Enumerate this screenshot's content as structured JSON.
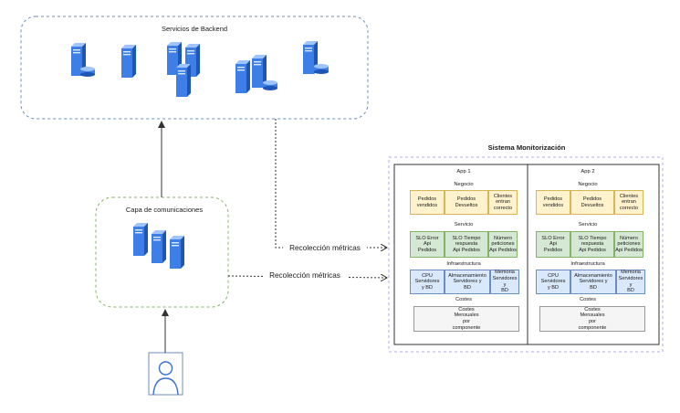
{
  "backend": {
    "title": "Servicios de Backend"
  },
  "comm": {
    "title": "Capa de comunicaciones"
  },
  "monitor": {
    "title": "Sistema Monitorización",
    "apps": [
      {
        "name": "App 1",
        "negocio": "Negocio",
        "negocio_cells": [
          "Pedidos\nvendidos",
          "Pedidos\nDevueltos",
          "Clientes\nentran\ncorrecto"
        ],
        "servicio": "Servicio",
        "servicio_cells": [
          "SLO Error\nApi\nPedidos",
          "SLO Tiempo\nrespuesta\nApi Pedidos",
          "Número\npeticiones\nApi Pedidos"
        ],
        "infra": "Infraestructura",
        "infra_cells": [
          "CPU\nServidores\ny BD",
          "Almacenamiento\nServidores y\nBD",
          "Memoria\nServidores y\nBD"
        ],
        "costes": "Costes",
        "costes_cell": "Costes\nMensuales\npor\ncomponente"
      },
      {
        "name": "App 2",
        "negocio": "Negocio",
        "negocio_cells": [
          "Pedidos\nvendidos",
          "Pedidos\nDevueltos",
          "Clientes\nentran\ncorrecto"
        ],
        "servicio": "Servicio",
        "servicio_cells": [
          "SLO Error\nApi\nPedidos",
          "SLO Tiempo\nrespuesta\nApi Pedidos",
          "Número\npeticiones\nApi Pedidos"
        ],
        "infra": "Infraestructura",
        "infra_cells": [
          "CPU\nServidores\ny BD",
          "Almacenamiento\nServidores y\nBD",
          "Memoria\nServidores y\nBD"
        ],
        "costes": "Costes",
        "costes_cell": "Costes\nMensuales\npor\ncomponente"
      }
    ]
  },
  "edges": {
    "metrics_top": "Recolección métricas",
    "metrics_bottom": "Recolección métricas"
  },
  "colors": {
    "backend_border": "#6c8ebf",
    "comm_border": "#82b366",
    "monitor_border": "#b4a7e6",
    "server_blue": "#3d7fe6"
  }
}
